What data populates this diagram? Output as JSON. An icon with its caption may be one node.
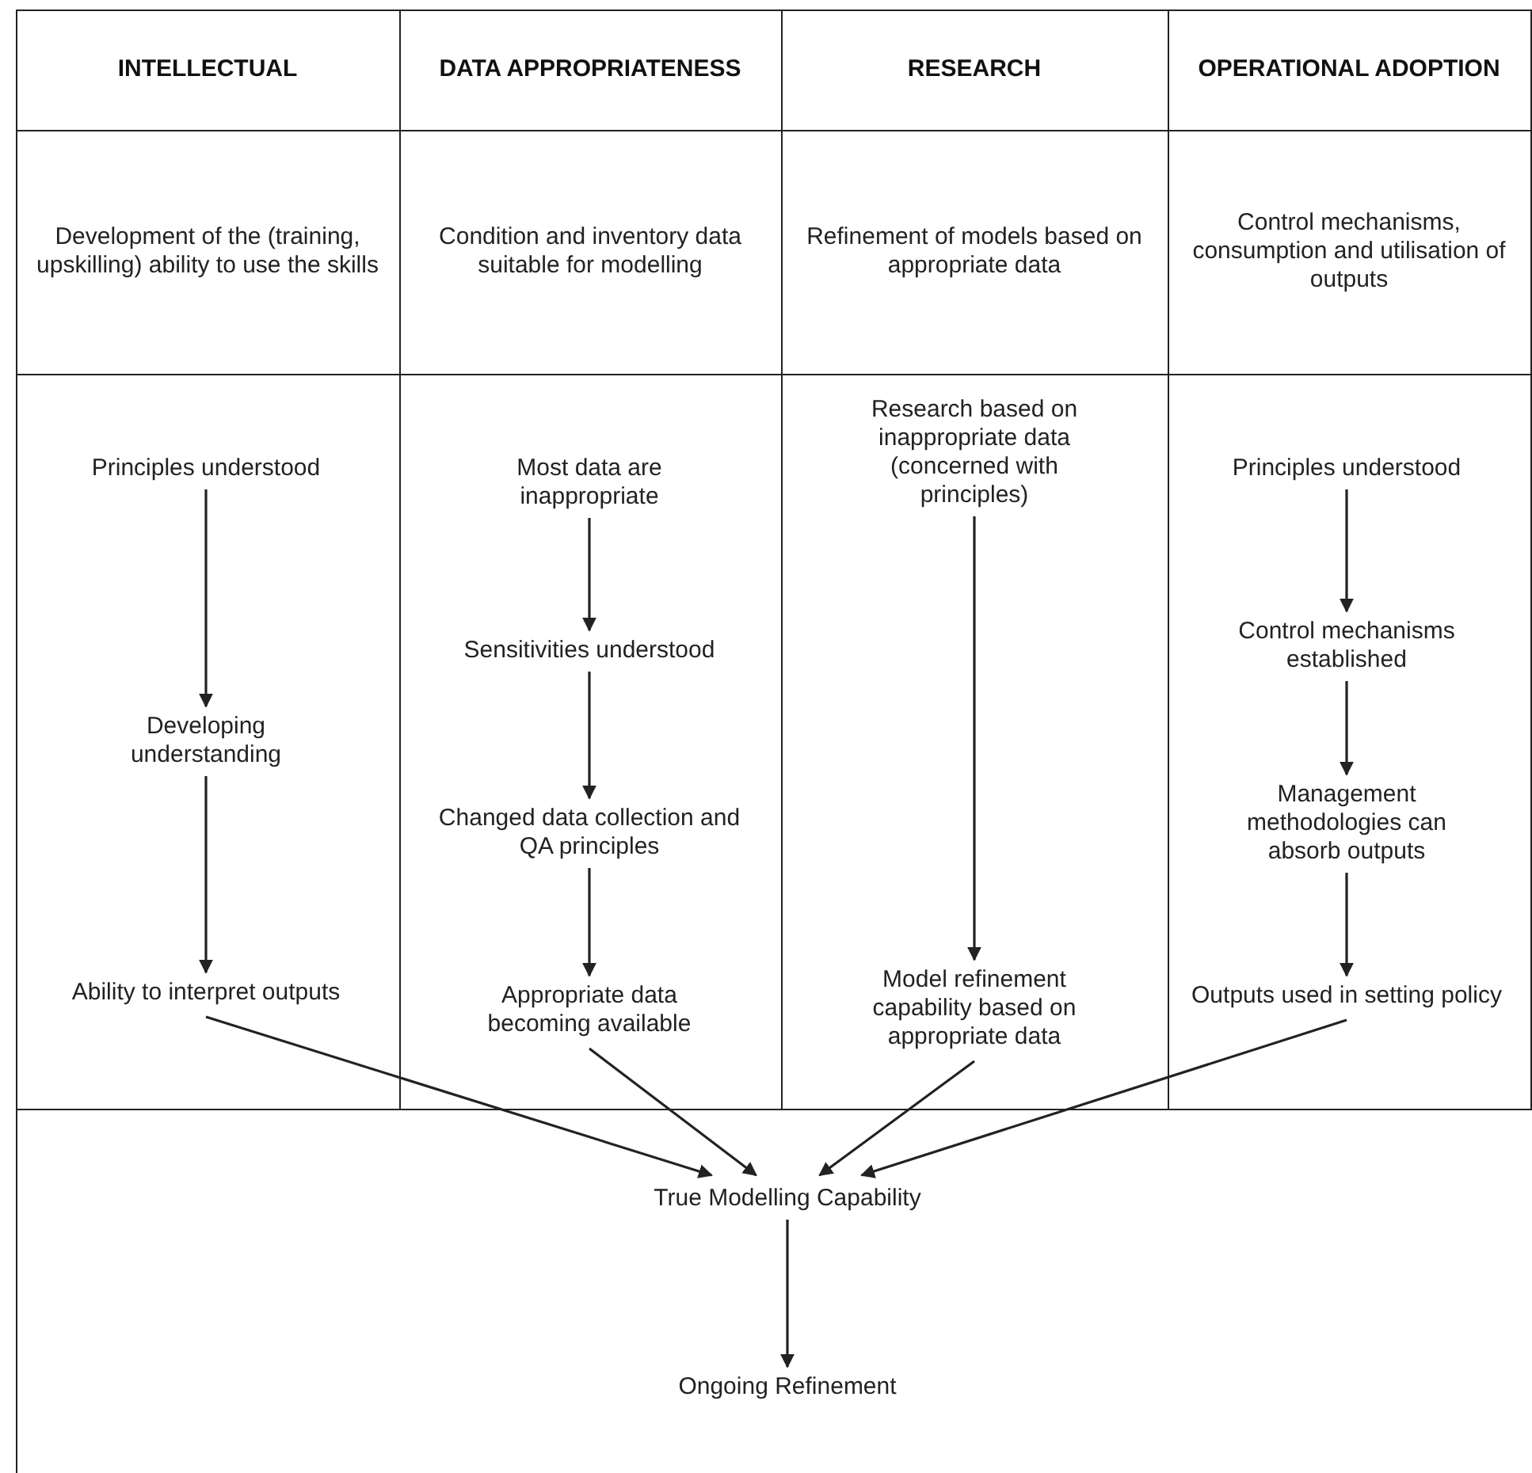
{
  "diagram": {
    "nodes": [
      {
        "text": [
          "Principles understood"
        ]
      },
      {
        "text": [
          "Developing understanding"
        ]
      },
      {
        "text": [
          "Ability to interpret outputs"
        ]
      },
      {
        "text": [
          "Most data are inappropriate"
        ]
      },
      {
        "text": [
          "Sensitivities understood"
        ]
      },
      {
        "text": [
          "Changed data collection and QA principles"
        ]
      },
      {
        "text": [
          "Appropriate data becoming available"
        ]
      },
      {
        "text": [
          "Research based on inappropriate data (concerned with principles)"
        ]
      },
      {
        "text": [
          "Model refinement capability based on appropriate data"
        ]
      },
      {
        "text": [
          "Principles understood"
        ]
      },
      {
        "text": [
          "Control mechanisms established"
        ]
      },
      {
        "text": [
          "Management methodologies can absorb outputs"
        ]
      },
      {
        "text": [
          "Outputs used in setting policy"
        ]
      },
      {
        "text": [
          "True Modelling Capability"
        ]
      },
      {
        "text": [
          "Ongoing Refinement"
        ]
      }
    ],
    "edges": [
      {
        "from": 0,
        "to": 1,
        "arrow": "to"
      },
      {
        "from": 1,
        "to": 2,
        "arrow": "to"
      },
      {
        "from": 3,
        "to": 4,
        "arrow": "to"
      },
      {
        "from": 4,
        "to": 5,
        "arrow": "to"
      },
      {
        "from": 5,
        "to": 6,
        "arrow": "to"
      },
      {
        "from": 7,
        "to": 8,
        "arrow": "to"
      },
      {
        "from": 9,
        "to": 10,
        "arrow": "to"
      },
      {
        "from": 10,
        "to": 11,
        "arrow": "to"
      },
      {
        "from": 11,
        "to": 12,
        "arrow": "to"
      },
      {
        "from": 2,
        "to": 13,
        "arrow": "to"
      },
      {
        "from": 6,
        "to": 13,
        "arrow": "to"
      },
      {
        "from": 8,
        "to": 13,
        "arrow": "to"
      },
      {
        "from": 12,
        "to": 13,
        "arrow": "to"
      },
      {
        "from": 13,
        "to": 14,
        "arrow": "to"
      }
    ],
    "labels": [
      "INTELLECTUAL",
      "DATA APPROPRIATENESS",
      "RESEARCH",
      "OPERATIONAL ADOPTION",
      "Development of the (training, upskilling) ability to use the skills",
      "Condition and inventory data suitable for modelling",
      "Refinement of models based on appropriate data",
      "Control mechanisms, consumption and utilisation of outputs"
    ]
  }
}
